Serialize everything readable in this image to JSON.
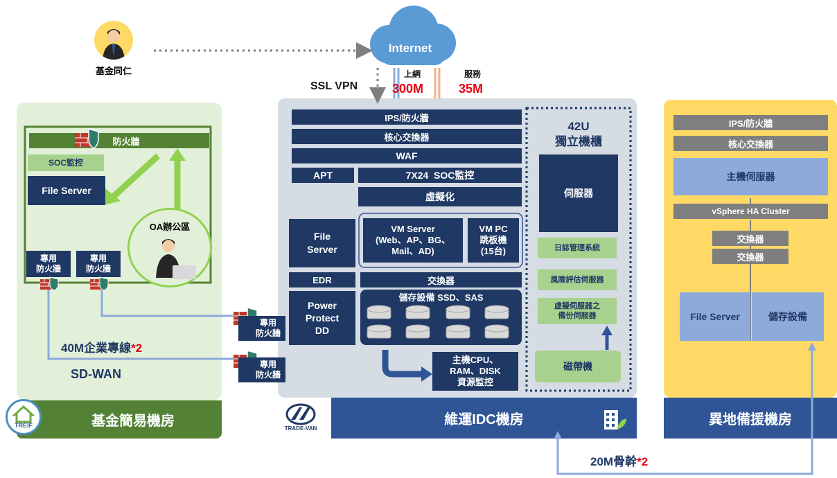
{
  "colors": {
    "navy": "#1f3864",
    "idc_bg": "#d5dce4",
    "left_bg": "#e2f0d9",
    "left_dark": "#548235",
    "left_green": "#92d050",
    "right_bg": "#ffd966",
    "accent_blue": "#2f5597",
    "link_blue": "#8eaadb",
    "red": "#e60012",
    "firewall": "#c0392b"
  },
  "top": {
    "person_label": "基金同仁",
    "internet_label": "Internet",
    "ssl_vpn": "SSL VPN",
    "uplink_label": "上網",
    "uplink_value": "300M",
    "service_label": "服務",
    "service_value": "35M"
  },
  "left_room": {
    "firewall_label": "防火牆",
    "soc_label": "SOC監控",
    "file_server": "File Server",
    "oa_label": "OA辦公區",
    "dedicated_fw_1": "專用\n防火牆",
    "dedicated_fw_2": "專用\n防火牆",
    "line_text": "40M企業專線",
    "line_mult": "*2",
    "sdwan": "SD-WAN",
    "footer": "基金簡易機房",
    "logo_text": "TREIF"
  },
  "mid_fw": {
    "fw_a": "專用\n防火牆",
    "fw_b": "專用\n防火牆"
  },
  "idc": {
    "ips": "IPS/防火牆",
    "core_switch": "核心交換器",
    "waf": "WAF",
    "apt": "APT",
    "soc": "7X24  SOC監控",
    "virtualization": "虛擬化",
    "file_server": "File\nServer",
    "vm_server": "VM Server\n(Web、AP、BG、\nMail、AD)",
    "vm_pc": "VM PC\n跳板機\n(15台)",
    "edr": "EDR",
    "switch": "交換器",
    "power_protect": "Power\nProtect\nDD",
    "storage": "儲存設備 SSD、SAS",
    "monitor": "主機CPU、\nRAM、DISK\n資源監控",
    "rack_title": "42U\n獨立機櫃",
    "rack_server": "伺服器",
    "log_system": "日誌管理系統",
    "risk_server": "風險評估伺服器",
    "backup_server": "虛擬伺服器之\n備份伺服器",
    "tape": "磁帶機",
    "footer": "維運IDC機房",
    "logo_text": "TRADE-VAN"
  },
  "dr": {
    "ips": "IPS/防火牆",
    "core_switch": "核心交換器",
    "host_server": "主機伺服器",
    "vsphere": "vSphere HA Cluster",
    "switch_1": "交換器",
    "switch_2": "交換器",
    "file_server": "File Server",
    "storage": "儲存設備",
    "footer": "異地備援機房"
  },
  "backbone": {
    "label": "20M骨幹",
    "mult": "*2"
  }
}
